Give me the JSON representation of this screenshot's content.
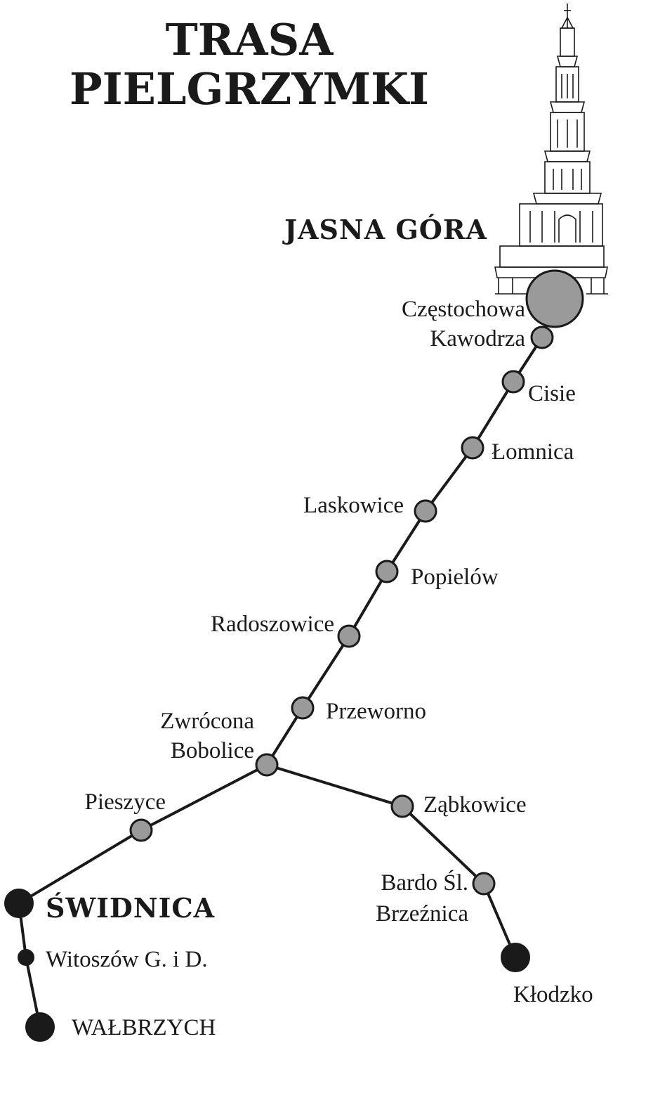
{
  "title": {
    "line1": "TRASA",
    "line2": "PIELGRZYMKI"
  },
  "destination": {
    "name": "JASNA GÓRA",
    "icon": "monastery-tower-icon"
  },
  "stops": {
    "czestochowa": "Częstochowa",
    "kawodrza": "Kawodrza",
    "cisie": "Cisie",
    "lomnica": "Łomnica",
    "laskowice": "Laskowice",
    "popielow": "Popielów",
    "radoszowice": "Radoszowice",
    "przeworno": "Przeworno",
    "zwrocona": "Zwrócona",
    "bobolice": "Bobolice",
    "pieszyce": "Pieszyce",
    "swidnica": "ŚWIDNICA",
    "witoszow": "Witoszów G. i D.",
    "walbrzych": "WAŁBRZYCH",
    "zabkowice": "Ząbkowice",
    "bardo": "Bardo Śl.",
    "brzeznica": "Brzeźnica",
    "klodzko": "Kłodzko"
  },
  "colors": {
    "line": "#1a1a1a",
    "stop_fill": "#9a9a9a",
    "terminal_fill": "#1a1a1a"
  }
}
